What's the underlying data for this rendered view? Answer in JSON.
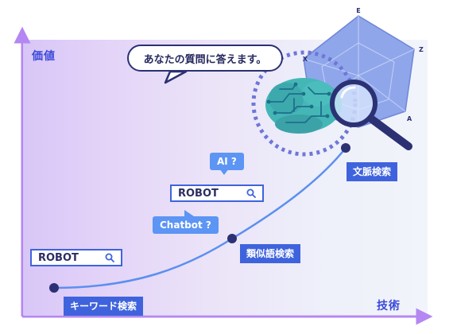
{
  "axes": {
    "y_label": "価値",
    "x_label": "技術"
  },
  "stages": [
    {
      "label": "キーワード検索",
      "search_text": "ROBOT"
    },
    {
      "label": "類似語検索",
      "search_text": "ROBOT",
      "suggestions": [
        "AI ?",
        "Chatbot ?"
      ]
    },
    {
      "label": "文脈検索",
      "speech": "あなたの質問に答えます。"
    }
  ],
  "radar_axes": [
    "E",
    "Z",
    "A",
    "X"
  ],
  "icons": {
    "search_box": "magnifier-icon",
    "ai": "brain-circuit-icon",
    "inspect": "magnifying-glass-icon"
  },
  "colors": {
    "primary": "#3f63dd",
    "accent": "#5c95f4",
    "dark": "#25285e",
    "radar": "#8fa6ea",
    "brain": "#3fb0b3"
  }
}
